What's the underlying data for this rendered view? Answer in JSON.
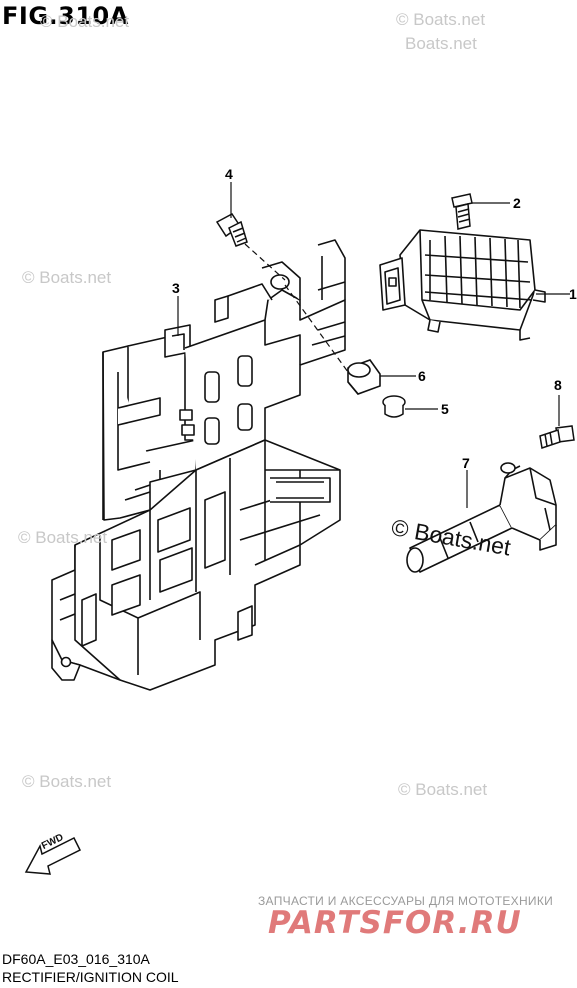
{
  "figure_title": "FIG.310A",
  "watermarks": [
    "© Boats.net",
    "Boats.net",
    "© Boats.net",
    "© Boats.net",
    "© Boats.net",
    "© Boats.net",
    "© Boats.net",
    "© Boats.net"
  ],
  "callouts": [
    "4",
    "2",
    "3",
    "1",
    "6",
    "8",
    "5",
    "7"
  ],
  "fwd_label": "FWD",
  "shop": {
    "tagline": "ЗАПЧАСТИ И АКСЕССУАРЫ ДЛЯ МОТОТЕХНИКИ",
    "logo": "PARTSFOR.RU"
  },
  "footer": {
    "code": "DF60A_E03_016_310A",
    "caption": "RECTIFIER/IGNITION COIL"
  }
}
